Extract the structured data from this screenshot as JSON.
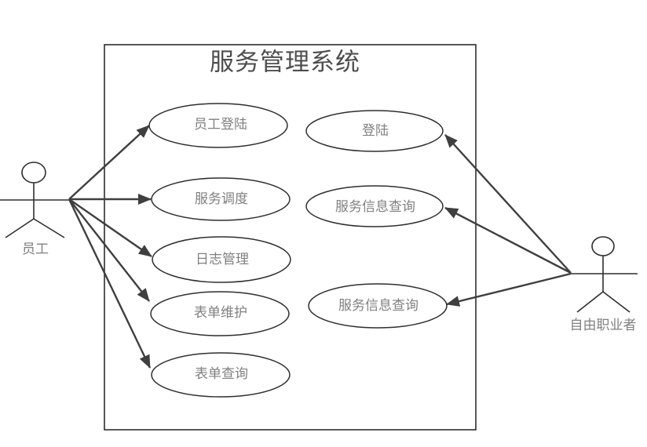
{
  "diagram_type": "uml-use-case",
  "system": {
    "title": "服务管理系统"
  },
  "actors": [
    {
      "id": "employee",
      "label": "员工",
      "side": "left"
    },
    {
      "id": "freelancer",
      "label": "自由职业者",
      "side": "right"
    }
  ],
  "use_cases": [
    {
      "id": "employee-login",
      "label": "员工登陆",
      "column": "left"
    },
    {
      "id": "service-dispatch",
      "label": "服务调度",
      "column": "left"
    },
    {
      "id": "log-management",
      "label": "日志管理",
      "column": "left"
    },
    {
      "id": "form-maintenance",
      "label": "表单维护",
      "column": "left"
    },
    {
      "id": "form-query",
      "label": "表单查询",
      "column": "left"
    },
    {
      "id": "login",
      "label": "登陆",
      "column": "right"
    },
    {
      "id": "service-info-query-1",
      "label": "服务信息查询",
      "column": "right"
    },
    {
      "id": "service-info-query-2",
      "label": "服务信息查询",
      "column": "right"
    }
  ],
  "associations": [
    {
      "from": "员工",
      "to": "员工登陆",
      "arrow": "to"
    },
    {
      "from": "员工",
      "to": "服务调度",
      "arrow": "to"
    },
    {
      "from": "员工",
      "to": "日志管理",
      "arrow": "to"
    },
    {
      "from": "员工",
      "to": "表单维护",
      "arrow": "to"
    },
    {
      "from": "员工",
      "to": "表单查询",
      "arrow": "to"
    },
    {
      "from": "自由职业者",
      "to": "登陆",
      "arrow": "to"
    },
    {
      "from": "自由职业者",
      "to": "服务信息查询",
      "arrow": "to"
    },
    {
      "from": "自由职业者",
      "to": "服务信息查询",
      "arrow": "to"
    }
  ],
  "colors": {
    "background": "#ffffff",
    "shape_stroke": "#2e2e2e",
    "arrow": "#3f3f3f",
    "title_text": "#4d4d4d",
    "label_text": "#808080"
  }
}
